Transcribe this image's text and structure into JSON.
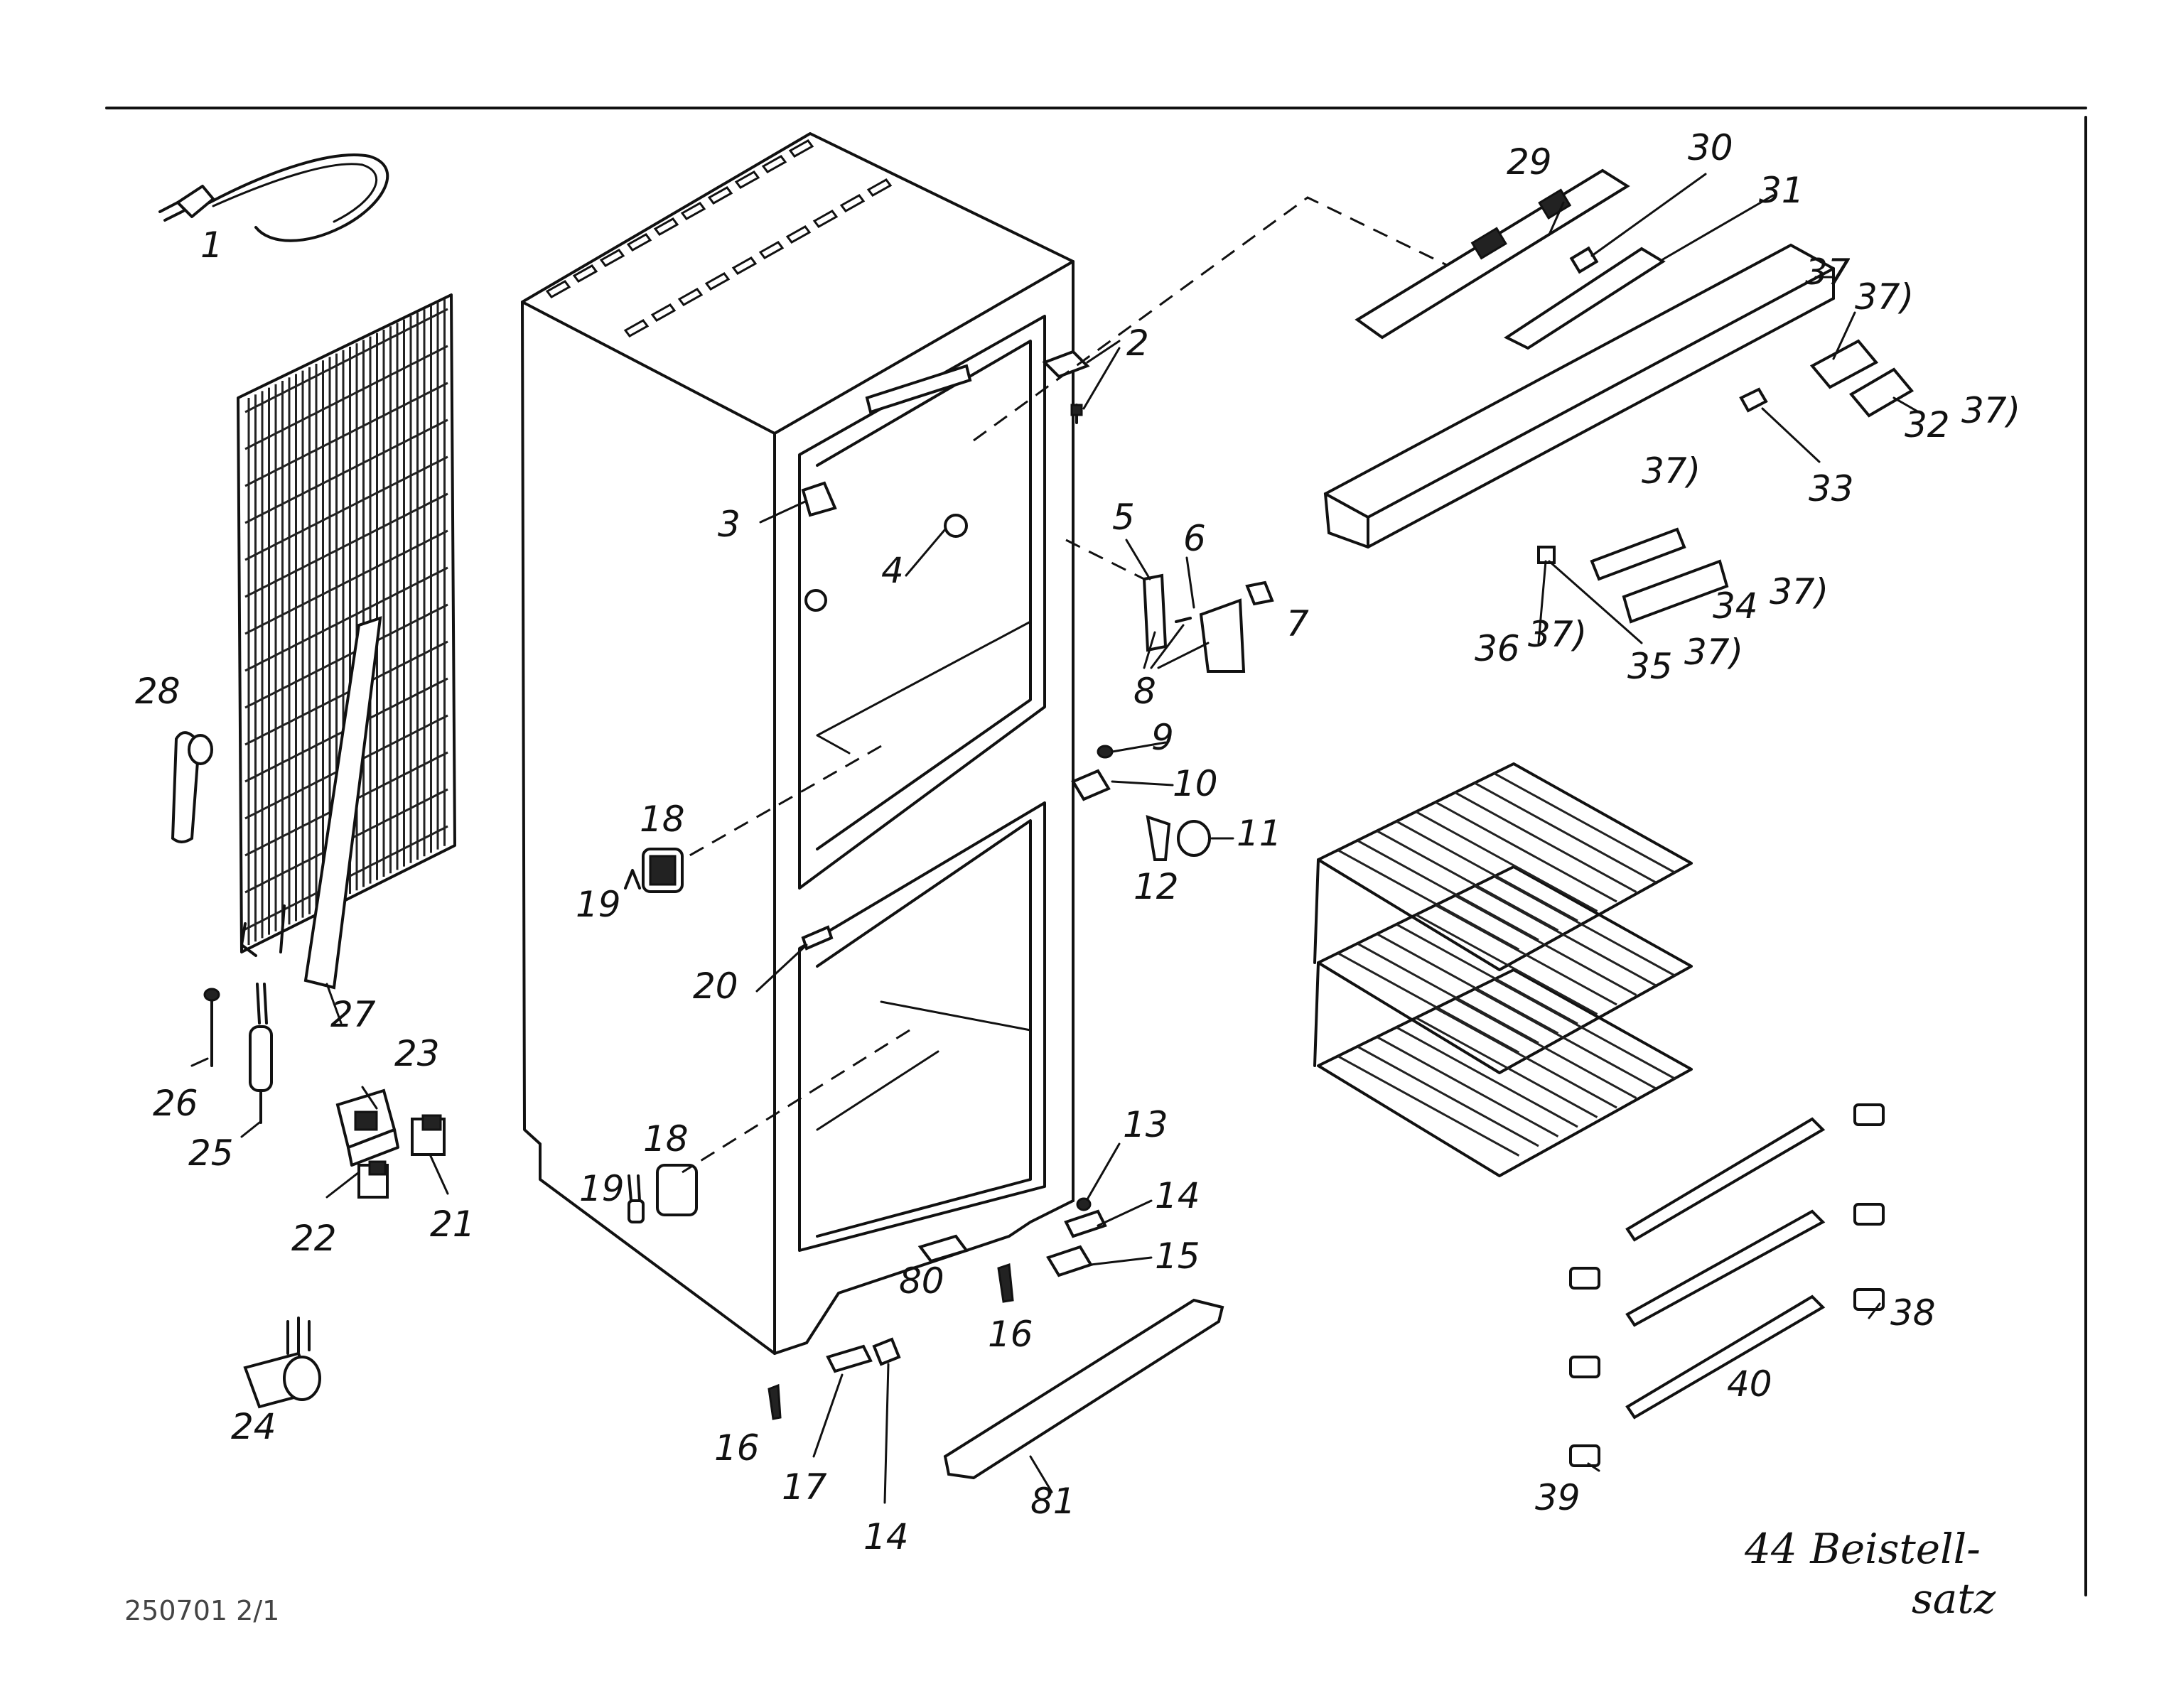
{
  "part_numbers": [
    "1",
    "2",
    "3",
    "4",
    "5",
    "6",
    "7",
    "8",
    "9",
    "10",
    "11",
    "12",
    "13",
    "14",
    "15",
    "16",
    "17",
    "18",
    "19",
    "20",
    "21",
    "22",
    "23",
    "24",
    "25",
    "26",
    "27",
    "28",
    "29",
    "30",
    "31",
    "32",
    "33",
    "34",
    "35",
    "36",
    "37",
    "38",
    "39",
    "40",
    "80",
    "81"
  ],
  "labels": {
    "p1": "1",
    "p2": "2",
    "p3": "3",
    "p4": "4",
    "p5": "5",
    "p6": "6",
    "p7": "7",
    "p8": "8",
    "p9": "9",
    "p10": "10",
    "p11": "11",
    "p12": "12",
    "p13": "13",
    "p14a": "14",
    "p14b": "14",
    "p15": "15",
    "p16a": "16",
    "p16b": "16",
    "p17": "17",
    "p18a": "18",
    "p18b": "18",
    "p19a": "19",
    "p19b": "19",
    "p20": "20",
    "p21": "21",
    "p22": "22",
    "p23": "23",
    "p24": "24",
    "p25": "25",
    "p26": "26",
    "p27": "27",
    "p28": "28",
    "p29": "29",
    "p30": "30",
    "p31": "31",
    "p32": "32",
    "p33": "33",
    "p34": "34",
    "p35": "35",
    "p36": "36",
    "p37": "37",
    "p37a": "37)",
    "p37b": "37)",
    "p37c": "37)",
    "p37d": "37)",
    "p37e": "37)",
    "p37f": "37)",
    "p38": "38",
    "p39": "39",
    "p40": "40",
    "p80": "80",
    "p81": "81"
  },
  "note": {
    "line1": "44 Beistell-",
    "line2": "satz"
  },
  "doc_code": "250701 2/1"
}
